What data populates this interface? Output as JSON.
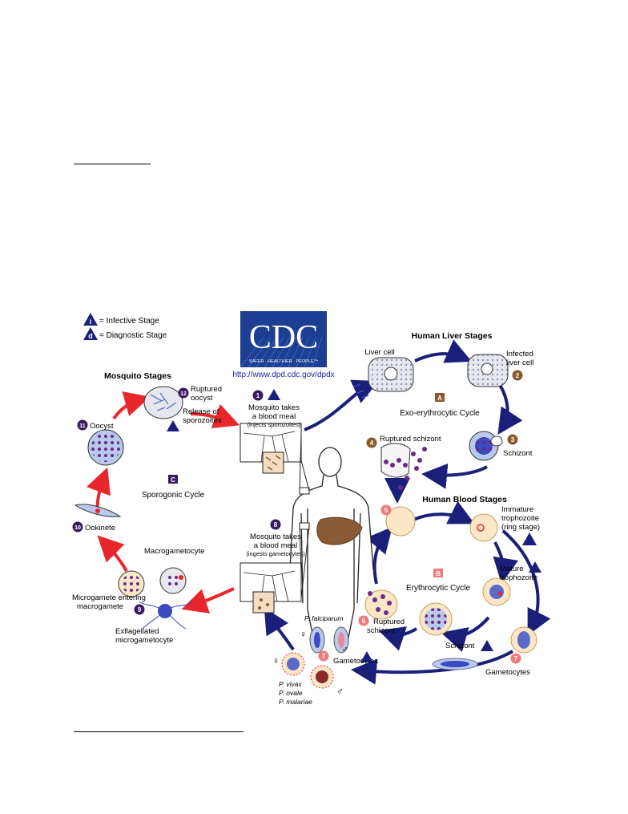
{
  "legend": {
    "infective_glyph": "i",
    "infective_text": "= Infective Stage",
    "diagnostic_glyph": "d",
    "diagnostic_text": "= Diagnostic Stage"
  },
  "logo": {
    "letters": "CDC",
    "tagline": "SAFER · HEALTHIER · PEOPLE™",
    "url": "http://www.dpd.cdc.gov/dpdx"
  },
  "sections": {
    "mosquito": "Mosquito Stages",
    "liver": "Human Liver Stages",
    "blood": "Human Blood Stages"
  },
  "cycles": {
    "A": {
      "letter": "A",
      "name": "Exo-erythrocytic Cycle"
    },
    "B": {
      "letter": "B",
      "name": "Erythrocytic Cycle"
    },
    "C": {
      "letter": "C",
      "name": "Sporogonic Cycle"
    }
  },
  "stages": {
    "s1": {
      "num": "1",
      "line1": "Mosquito takes",
      "line2": "a blood meal",
      "line3": "(injects sporozoites)"
    },
    "s2": {
      "num": "2",
      "line1": "Infected",
      "line2": "liver cell"
    },
    "s3": {
      "num": "3",
      "label": "Schizont"
    },
    "s4": {
      "num": "4",
      "label": "Ruptured schizont"
    },
    "s5": {
      "num": "5"
    },
    "liver_cell": "Liver cell",
    "immature": {
      "line1": "Immature",
      "line2": "trophozoite",
      "line3": "(ring stage)"
    },
    "mature": {
      "line1": "Mature",
      "line2": "trophozoite"
    },
    "schizont_blood": "Schizont",
    "s6": {
      "num": "6",
      "line1": "Ruptured",
      "line2": "schizont"
    },
    "s7": {
      "num": "7",
      "label": "Gametocytes"
    },
    "s7b": {
      "num": "7",
      "label": "Gametocytes"
    },
    "s8": {
      "num": "8",
      "line1": "Mosquito takes",
      "line2": "a blood meal",
      "line3": "(ingests gametocytes)"
    },
    "s9": {
      "num": "9",
      "label_a": "Microgamete entering",
      "label_b": "macrogamete"
    },
    "macrogametocyte": "Macrogametocyte",
    "exflag": {
      "line1": "Exflagellated",
      "line2": "microgametocyte"
    },
    "s10": {
      "num": "10",
      "label": "Ookinete"
    },
    "s11": {
      "num": "11",
      "label": "Oocyst"
    },
    "s12": {
      "num": "12",
      "line1": "Ruptured",
      "line2": "oocyst"
    },
    "release": {
      "line1": "Release of",
      "line2": "sporozoites"
    }
  },
  "species": {
    "falciparum": "P. falciparum",
    "vivax": "P. vivax",
    "ovale": "P. ovale",
    "malariae": "P. malariae",
    "female": "♀",
    "male": "♂"
  },
  "colors": {
    "navy": "#1a1f7a",
    "red": "#e8262c",
    "brown": "#8a5a2b",
    "purple": "#3a1a5e",
    "pink": "#f07a7a",
    "cell": "#fbe7c6",
    "blue_cell": "#b9c9ec",
    "liver": "#8a5a36"
  }
}
